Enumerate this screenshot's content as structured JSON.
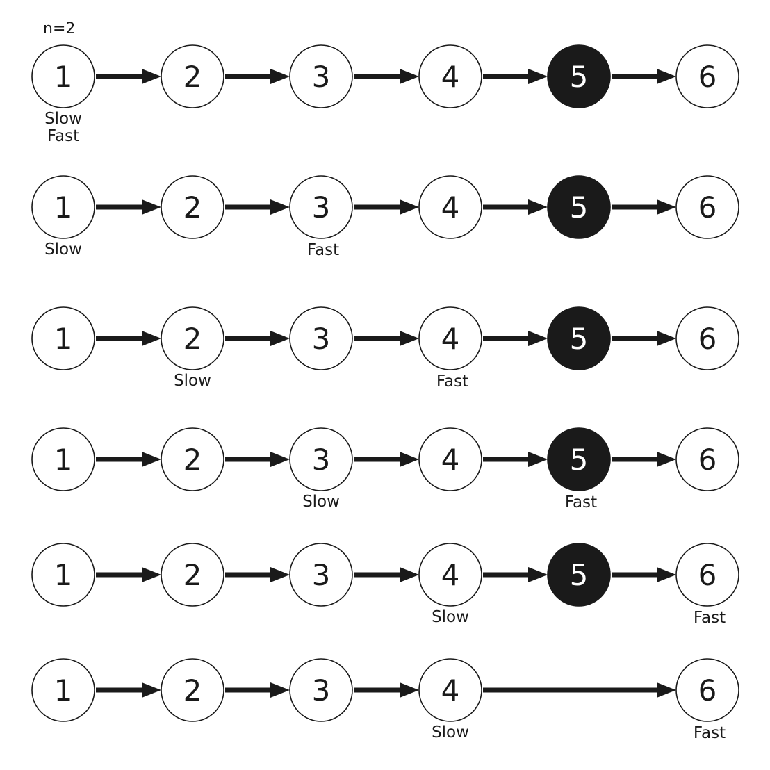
{
  "param_label": "n=2",
  "slow_label": "Slow",
  "fast_label": "Fast",
  "highlight_node": 5,
  "colors": {
    "stroke": "#1a1a1a",
    "highlight_fill": "#1a1a1a",
    "fill": "#ffffff"
  },
  "rows": [
    {
      "nodes": [
        1,
        2,
        3,
        4,
        5,
        6
      ],
      "edges": [
        [
          1,
          2
        ],
        [
          2,
          3
        ],
        [
          3,
          4
        ],
        [
          4,
          5
        ],
        [
          5,
          6
        ]
      ],
      "slow": 1,
      "fast": 1
    },
    {
      "nodes": [
        1,
        2,
        3,
        4,
        5,
        6
      ],
      "edges": [
        [
          1,
          2
        ],
        [
          2,
          3
        ],
        [
          3,
          4
        ],
        [
          4,
          5
        ],
        [
          5,
          6
        ]
      ],
      "slow": 1,
      "fast": 3
    },
    {
      "nodes": [
        1,
        2,
        3,
        4,
        5,
        6
      ],
      "edges": [
        [
          1,
          2
        ],
        [
          2,
          3
        ],
        [
          3,
          4
        ],
        [
          4,
          5
        ],
        [
          5,
          6
        ]
      ],
      "slow": 2,
      "fast": 4
    },
    {
      "nodes": [
        1,
        2,
        3,
        4,
        5,
        6
      ],
      "edges": [
        [
          1,
          2
        ],
        [
          2,
          3
        ],
        [
          3,
          4
        ],
        [
          4,
          5
        ],
        [
          5,
          6
        ]
      ],
      "slow": 3,
      "fast": 5
    },
    {
      "nodes": [
        1,
        2,
        3,
        4,
        5,
        6
      ],
      "edges": [
        [
          1,
          2
        ],
        [
          2,
          3
        ],
        [
          3,
          4
        ],
        [
          4,
          5
        ],
        [
          5,
          6
        ]
      ],
      "slow": 4,
      "fast": 6
    },
    {
      "nodes": [
        1,
        2,
        3,
        4,
        6
      ],
      "edges": [
        [
          1,
          2
        ],
        [
          2,
          3
        ],
        [
          3,
          4
        ],
        [
          4,
          6
        ]
      ],
      "slow": 4,
      "fast": 6
    }
  ]
}
